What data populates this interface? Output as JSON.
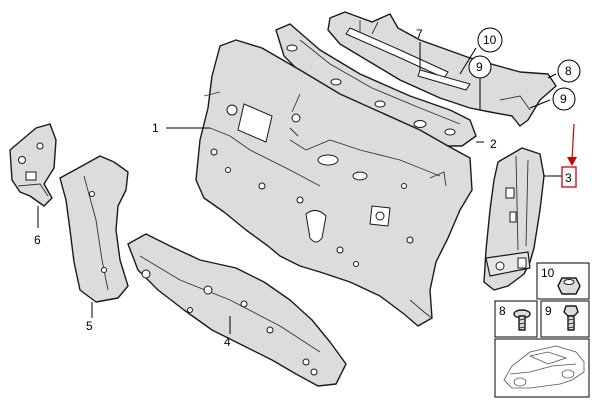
{
  "callouts": [
    {
      "id": "1",
      "label": "1"
    },
    {
      "id": "2",
      "label": "2"
    },
    {
      "id": "3",
      "label": "3"
    },
    {
      "id": "4",
      "label": "4"
    },
    {
      "id": "5",
      "label": "5"
    },
    {
      "id": "6",
      "label": "6"
    },
    {
      "id": "7",
      "label": "7"
    },
    {
      "id": "8",
      "label": "8"
    },
    {
      "id": "9a",
      "label": "9"
    },
    {
      "id": "9b",
      "label": "9"
    },
    {
      "id": "10",
      "label": "10"
    }
  ],
  "hardware": {
    "nut_label": "10",
    "bolt_label": "8",
    "screw_label": "9"
  },
  "colors": {
    "highlight": "#d40000",
    "part_fill": "#dcdcdc",
    "outline": "#1a1a1a"
  }
}
